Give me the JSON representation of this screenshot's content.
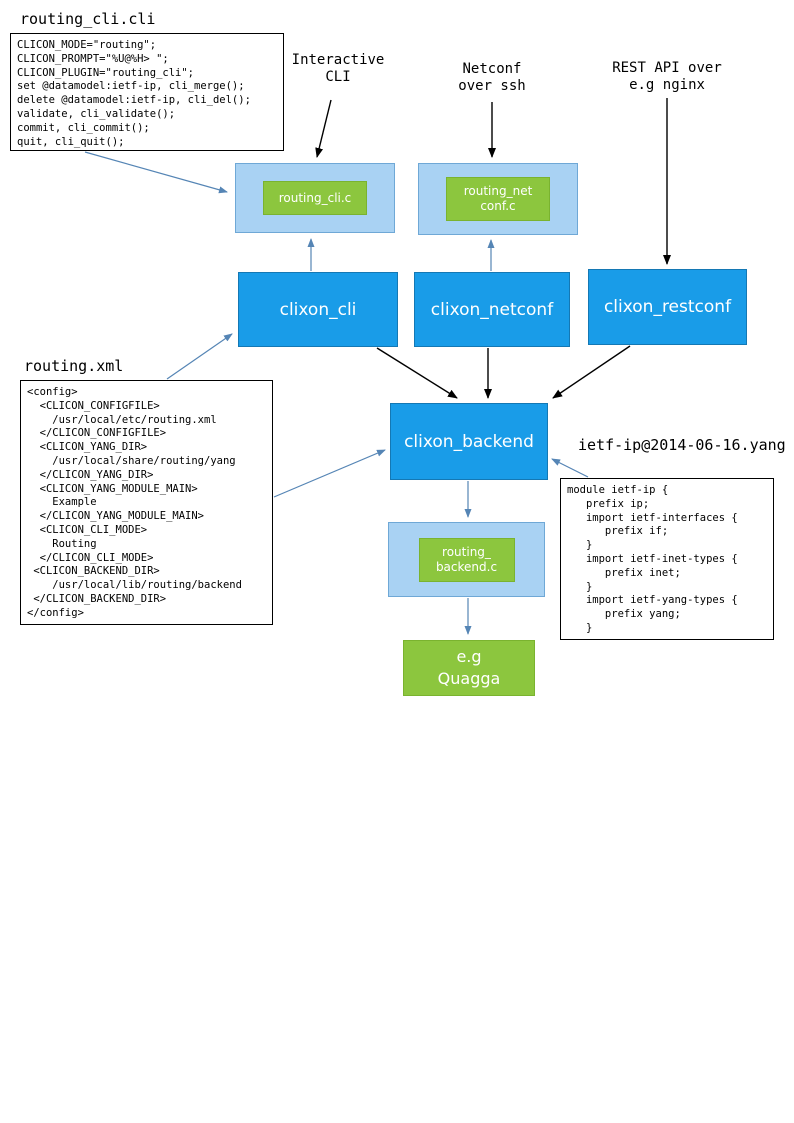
{
  "colors": {
    "box_blue": "#199ce8",
    "box_light_blue": "#a9d2f3",
    "box_green": "#8cc63e",
    "arrow_blue": "#5585b5",
    "arrow_black": "#000000"
  },
  "files": {
    "cli": {
      "title": "routing_cli.cli",
      "code": "CLICON_MODE=\"routing\";\nCLICON_PROMPT=\"%U@%H> \";\nCLICON_PLUGIN=\"routing_cli\";\nset @datamodel:ietf-ip, cli_merge();\ndelete @datamodel:ietf-ip, cli_del();\nvalidate, cli_validate();\ncommit, cli_commit();\nquit, cli_quit();"
    },
    "xml": {
      "title": "routing.xml",
      "code": "<config>\n  <CLICON_CONFIGFILE>\n    /usr/local/etc/routing.xml\n  </CLICON_CONFIGFILE>\n  <CLICON_YANG_DIR>\n    /usr/local/share/routing/yang\n  </CLICON_YANG_DIR>\n  <CLICON_YANG_MODULE_MAIN>\n    Example\n  </CLICON_YANG_MODULE_MAIN>\n  <CLICON_CLI_MODE>\n    Routing\n  </CLICON_CLI_MODE>\n <CLICON_BACKEND_DIR>\n    /usr/local/lib/routing/backend\n </CLICON_BACKEND_DIR>\n</config>"
    },
    "yang": {
      "title": "ietf-ip@2014-06-16.yang",
      "code": "module ietf-ip {\n   prefix ip;\n   import ietf-interfaces {\n      prefix if;\n   }\n   import ietf-inet-types {\n      prefix inet;\n   }\n   import ietf-yang-types {\n      prefix yang;\n   }"
    }
  },
  "annotations": {
    "interactive_cli": "Interactive\nCLI",
    "netconf_over_ssh": "Netconf\nover ssh",
    "rest_api": "REST API over\ne.g nginx"
  },
  "nodes": {
    "routing_cli_c": "routing_cli.c",
    "routing_netconf_c": "routing_net\nconf.c",
    "clixon_cli": "clixon_cli",
    "clixon_netconf": "clixon_netconf",
    "clixon_restconf": "clixon_restconf",
    "clixon_backend": "clixon_backend",
    "routing_backend_c": "routing_\nbackend.c",
    "quagga": "e.g\nQuagga"
  }
}
